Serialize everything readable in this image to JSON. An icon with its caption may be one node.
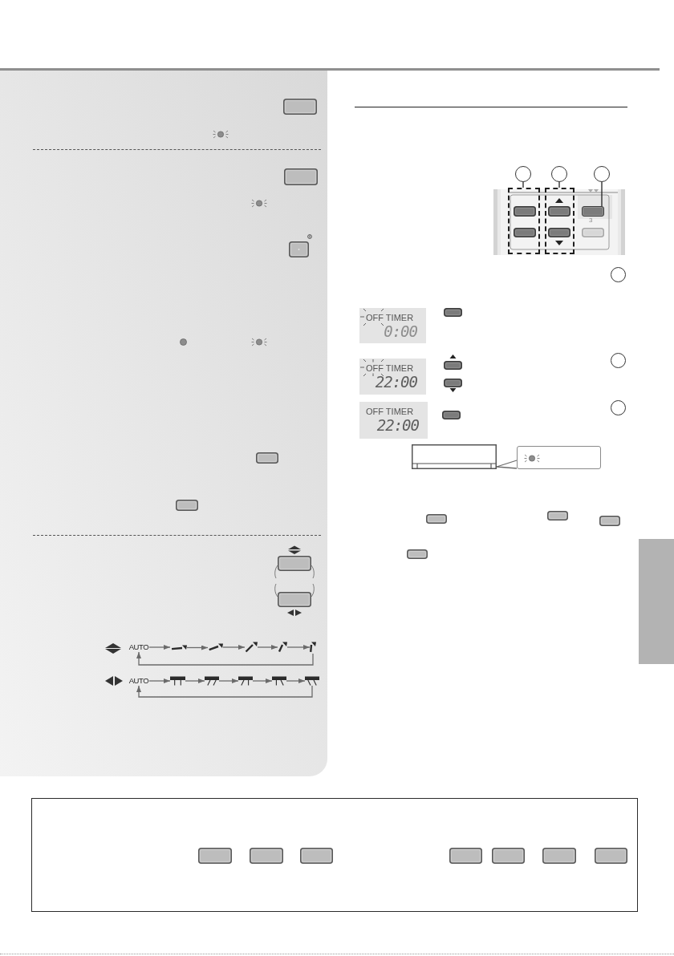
{
  "diagram": {
    "nodes": [
      {
        "text": [
          "AUTO"
        ]
      },
      {
        "text": [],
        "shape": "picture"
      },
      {
        "text": [],
        "shape": "picture"
      },
      {
        "text": [],
        "shape": "picture"
      },
      {
        "text": [],
        "shape": "picture"
      },
      {
        "text": [],
        "shape": "picture"
      },
      {
        "text": [
          "AUTO"
        ]
      },
      {
        "text": [],
        "shape": "picture"
      },
      {
        "text": [],
        "shape": "picture"
      },
      {
        "text": [],
        "shape": "picture"
      },
      {
        "text": [],
        "shape": "picture"
      },
      {
        "text": [],
        "shape": "picture"
      },
      {
        "text": [],
        "shape": "circle"
      },
      {
        "text": [],
        "shape": "circle"
      },
      {
        "text": [],
        "shape": "circle"
      },
      {
        "text": [],
        "shape": "box"
      },
      {
        "text": [],
        "shape": "box"
      },
      {
        "text": [],
        "shape": "box"
      },
      {
        "text": [],
        "shape": "circle"
      },
      {
        "text": [
          "OFF TIMER",
          "0:00"
        ]
      },
      {
        "text": [
          "OFF TIMER",
          "22:00"
        ]
      },
      {
        "text": [],
        "shape": "circle"
      },
      {
        "text": [
          "OFF TIMER",
          "22:00"
        ]
      },
      {
        "text": [],
        "shape": "circle"
      },
      {
        "text": [],
        "shape": "picture"
      },
      {
        "text": [],
        "shape": "box"
      },
      {
        "text": [],
        "shape": "bar"
      }
    ],
    "edges": [
      {
        "from": 0,
        "to": 1,
        "arrow": "to"
      },
      {
        "from": 1,
        "to": 2,
        "arrow": "to"
      },
      {
        "from": 2,
        "to": 3,
        "arrow": "to"
      },
      {
        "from": 3,
        "to": 4,
        "arrow": "to"
      },
      {
        "from": 4,
        "to": 5,
        "arrow": "to"
      },
      {
        "from": 5,
        "to": 0,
        "arrow": "to"
      },
      {
        "from": 6,
        "to": 7,
        "arrow": "to"
      },
      {
        "from": 7,
        "to": 8,
        "arrow": "to"
      },
      {
        "from": 8,
        "to": 9,
        "arrow": "to"
      },
      {
        "from": 9,
        "to": 10,
        "arrow": "to"
      },
      {
        "from": 10,
        "to": 11,
        "arrow": "to"
      },
      {
        "from": 11,
        "to": 6,
        "arrow": "to"
      },
      {
        "from": 12,
        "to": 15,
        "arrow": "none",
        "color": "#222222"
      },
      {
        "from": 13,
        "to": 16,
        "arrow": "none",
        "color": "#222222"
      },
      {
        "from": 14,
        "to": 17,
        "arrow": "none",
        "color": "#222222"
      },
      {
        "from": 25,
        "to": 24,
        "arrow": "none"
      }
    ],
    "labels": [
      "3"
    ]
  }
}
